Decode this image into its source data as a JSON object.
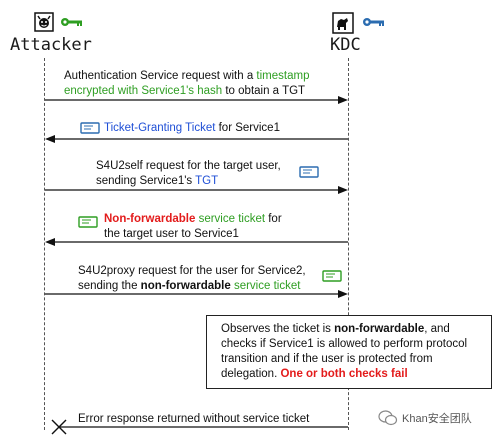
{
  "actors": {
    "left": {
      "name": "Attacker",
      "icon": "devil-face-icon",
      "key_icon": "green-key-icon"
    },
    "right": {
      "name": "KDC",
      "icon": "dog-server-icon",
      "key_icon": "blue-key-icon"
    }
  },
  "messages": {
    "m1": {
      "a": "Authentication Service request with a ",
      "b": "timestamp",
      "c": "encrypted with Service1's hash",
      "d": " to obtain a TGT"
    },
    "m2": {
      "a": "Ticket-Granting Ticket",
      "b": " for Service1"
    },
    "m3": {
      "a": "S4U2self request for the target user,",
      "b": "sending Service1's ",
      "c": "TGT"
    },
    "m4": {
      "a": "Non-forwardable",
      "b": " service ticket",
      "c": " for",
      "d": "the target user to Service1"
    },
    "m5": {
      "a": "S4U2proxy request for the user for Service2,",
      "b": "sending the ",
      "c": "non-forwardable",
      "d": " service ticket"
    },
    "m6": {
      "a": "Error response returned without service ticket"
    }
  },
  "note": {
    "a": "Observes the ticket is ",
    "b": "non-forwardable",
    "c": ", and checks if Service1 is allowed to perform protocol transition and if the user is protected from delegation. ",
    "d": "One or both checks fail"
  },
  "watermark": {
    "text": "Khan安全团队",
    "icon": "wechat-icon"
  },
  "colors": {
    "green": "#2e9e22",
    "blue": "#1f4fd6",
    "red": "#e31b1b"
  }
}
